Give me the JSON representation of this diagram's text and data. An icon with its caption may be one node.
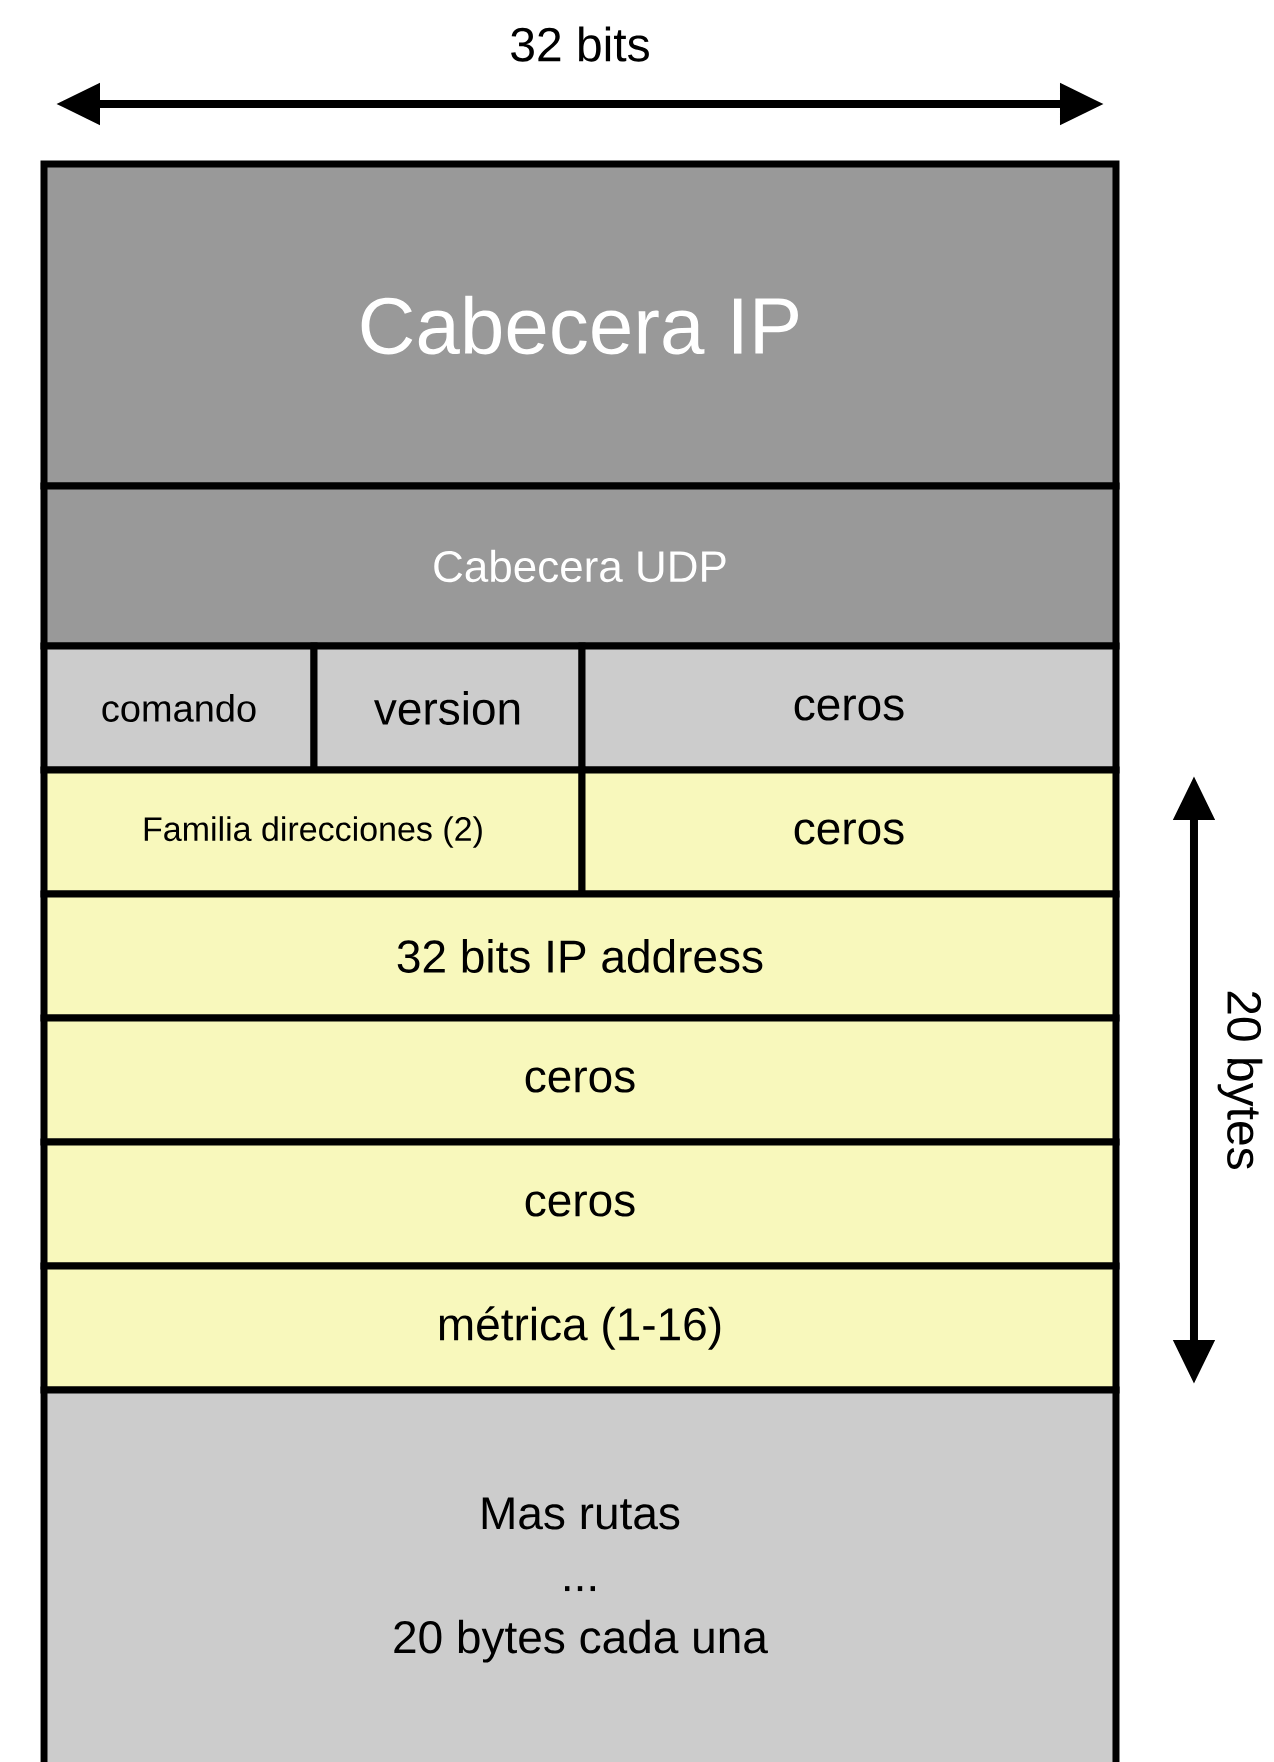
{
  "diagram": {
    "nodes": [
      {
        "text": [
          "Cabecera IP"
        ]
      },
      {
        "text": [
          "Cabecera UDP"
        ]
      },
      {
        "text": [
          "comando"
        ]
      },
      {
        "text": [
          "version"
        ]
      },
      {
        "text": [
          "ceros"
        ]
      },
      {
        "text": [
          "Familia direcciones (2)"
        ]
      },
      {
        "text": [
          "ceros"
        ]
      },
      {
        "text": [
          "32 bits IP address"
        ]
      },
      {
        "text": [
          "ceros"
        ]
      },
      {
        "text": [
          "ceros"
        ]
      },
      {
        "text": [
          "métrica (1-16)"
        ]
      },
      {
        "text": [
          "Mas rutas",
          "...",
          "20 bytes cada una"
        ]
      }
    ],
    "labels": [
      "32 bits",
      "20 bytes"
    ]
  }
}
